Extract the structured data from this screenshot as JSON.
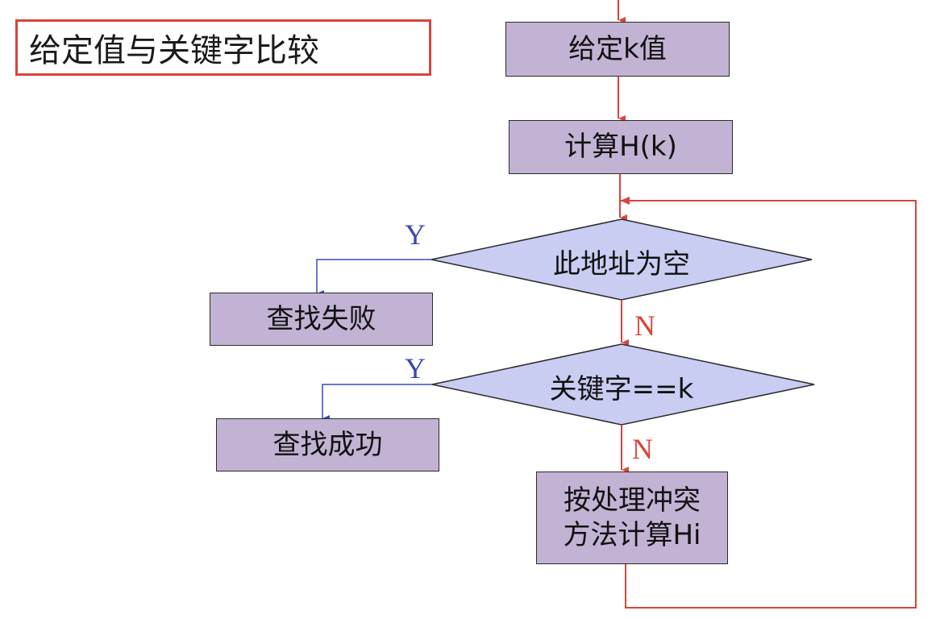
{
  "title": "给定值与关键字比较",
  "nodes": {
    "given_k": "给定k值",
    "compute_h": "计算H(k)",
    "address_empty": "此地址为空",
    "search_fail": "查找失败",
    "key_equals": "关键字==k",
    "search_success": "查找成功",
    "resolve_collision": "按处理冲突\n方法计算Hi"
  },
  "branches": {
    "yes": "Y",
    "no": "N"
  },
  "colors": {
    "process_fill": "#c2b3d4",
    "decision_fill": "#c9cdf2",
    "main_flow": "#d9443a",
    "yes_flow": "#3b48b8",
    "title_border": "#d9443a"
  }
}
